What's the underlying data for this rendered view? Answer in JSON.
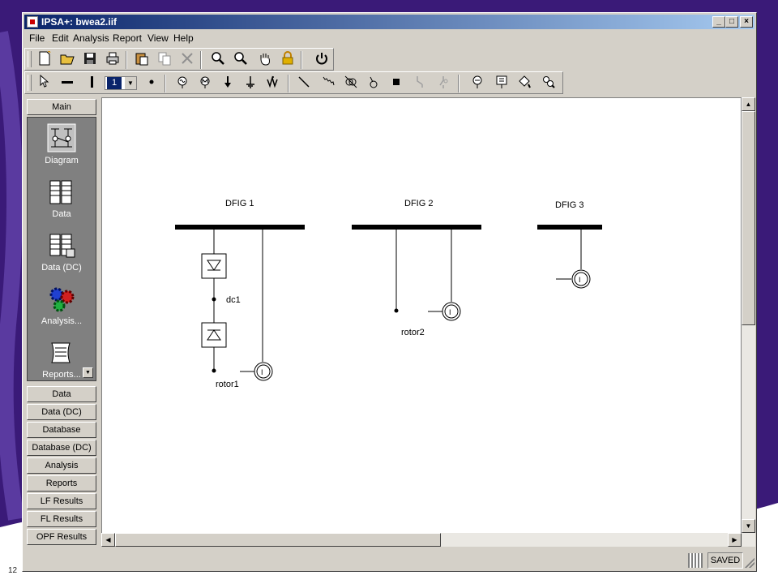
{
  "window": {
    "title": "IPSA+: bwea2.iif"
  },
  "menu": [
    "File",
    "Edit",
    "Analysis",
    "Report",
    "View",
    "Help"
  ],
  "toolbar1": [
    "new-icon",
    "open-icon",
    "save-icon",
    "print-icon",
    "paste-icon",
    "copy-icon",
    "delete-icon",
    "zoom-in-icon",
    "zoom-out-icon",
    "pan-hand-icon",
    "lock-icon",
    "power-icon"
  ],
  "toolbar2": {
    "line_style_value": "1"
  },
  "left_panel": {
    "main_label": "Main",
    "group_items": [
      {
        "label": "Diagram"
      },
      {
        "label": "Data"
      },
      {
        "label": "Data (DC)"
      },
      {
        "label": "Analysis..."
      },
      {
        "label": "Reports..."
      }
    ],
    "buttons": [
      "Data",
      "Data (DC)",
      "Database",
      "Database (DC)",
      "Analysis",
      "Reports",
      "LF Results",
      "FL Results",
      "OPF Results"
    ]
  },
  "diagram": {
    "buses": [
      {
        "label": "DFIG 1"
      },
      {
        "label": "DFIG 2"
      },
      {
        "label": "DFIG 3"
      }
    ],
    "labels": {
      "dc_node": "dc1",
      "rotor1": "rotor1",
      "rotor2": "rotor2",
      "machine_symbol": "I"
    }
  },
  "status": {
    "saved": "SAVED"
  },
  "slide_number": "12",
  "colors": {
    "title_bar": "#0a246a",
    "background": "#3a1a78",
    "bus": "#000000"
  }
}
